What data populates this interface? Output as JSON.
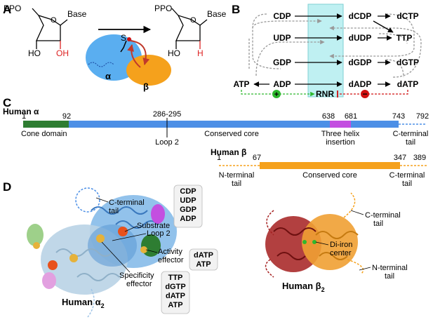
{
  "panel_labels": {
    "a": "A",
    "b": "B",
    "c": "C",
    "d": "D"
  },
  "panel_a": {
    "ppo": "PPO",
    "base": "Base",
    "ho": "HO",
    "oh": "OH",
    "h": "H",
    "s": "S",
    "alpha": "α",
    "beta": "β"
  },
  "panel_b": {
    "nodes": {
      "cdp": "CDP",
      "dcdp": "dCDP",
      "dctp": "dCTP",
      "udp": "UDP",
      "dudp": "dUDP",
      "ttp": "TTP",
      "gdp": "GDP",
      "dgdp": "dGDP",
      "dgtp": "dGTP",
      "atp": "ATP",
      "adp": "ADP",
      "rnr": "RNR",
      "dadp": "dADP",
      "datp": "dATP"
    },
    "plus": "+",
    "minus": "−",
    "colors": {
      "activate": "#2db82d",
      "inhibit": "#d01010",
      "rnr_box": "#bff0f2"
    }
  },
  "panel_c": {
    "alpha_title": "Human α",
    "alpha_ticks": [
      "1",
      "92",
      "286-295",
      "638",
      "681",
      "743",
      "792"
    ],
    "alpha_domains": [
      "Cone domain",
      "Loop 2",
      "Conserved core",
      "Three helix",
      "insertion",
      "C-terminal",
      "tail"
    ],
    "beta_title": "Human β",
    "beta_ticks": [
      "1",
      "67",
      "347",
      "389"
    ],
    "beta_domains": [
      "N-terminal",
      "tail",
      "Conserved core",
      "C-terminal",
      "tail"
    ],
    "colors": {
      "cone": "#2e7d32",
      "core_alpha": "#4c8fe6",
      "helix": "#c34fe0",
      "beta": "#f5a11c"
    }
  },
  "panel_d": {
    "alpha_labels": {
      "c_terminal": "C-terminal",
      "tail": "tail",
      "substrate": "Substrate",
      "loop2": "Loop 2",
      "activity": "Activity",
      "effector": "effector",
      "specificity": "Specificity",
      "specificity_effector": "effector",
      "caption": "Human α"
    },
    "substrate_box": [
      "CDP",
      "UDP",
      "GDP",
      "ADP"
    ],
    "activity_box": [
      "dATP",
      "ATP"
    ],
    "specificity_box": [
      "TTP",
      "dGTP",
      "dATP",
      "ATP"
    ],
    "beta_labels": {
      "c_terminal": "C-terminal",
      "c_tail": "tail",
      "diiron": "Di-iron",
      "center": "center",
      "n_terminal": "N-terminal",
      "n_tail": "tail",
      "caption": "Human β"
    },
    "subscript": "2"
  }
}
